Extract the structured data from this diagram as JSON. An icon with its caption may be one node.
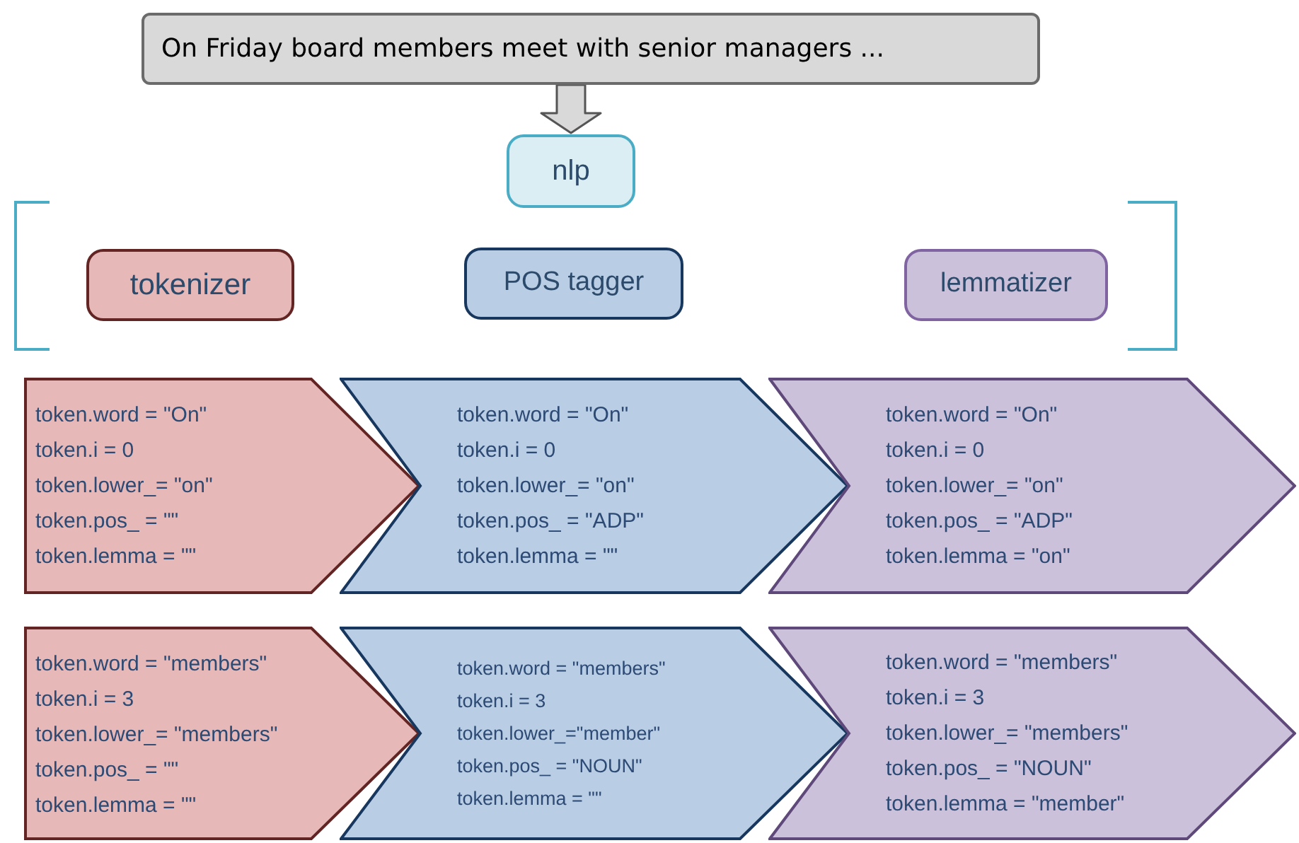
{
  "diagram": {
    "nodes": [
      {
        "text": [
          "On Friday board members meet with senior managers ..."
        ]
      },
      {
        "text": [
          "nlp"
        ]
      },
      {
        "text": [
          "tokenizer"
        ]
      },
      {
        "text": [
          "POS tagger"
        ]
      },
      {
        "text": [
          "lemmatizer"
        ]
      },
      {
        "text": [
          "token.word = \"On\"",
          "token.i = 0",
          "token.lower_= \"on\"",
          "token.pos_ = \"\"",
          "token.lemma = \"\""
        ]
      },
      {
        "text": [
          "token.word = \"On\"",
          "token.i = 0",
          "token.lower_= \"on\"",
          "token.pos_ = \"ADP\"",
          "token.lemma = \"\""
        ]
      },
      {
        "text": [
          "token.word = \"On\"",
          "token.i = 0",
          "token.lower_= \"on\"",
          "token.pos_ = \"ADP\"",
          "token.lemma = \"on\""
        ]
      },
      {
        "text": [
          "token.word = \"members\"",
          "token.i = 3",
          "token.lower_= \"members\"",
          "token.pos_ = \"\"",
          "token.lemma = \"\""
        ]
      },
      {
        "text": [
          "token.word = \"members\"",
          "token.i = 3",
          "token.lower_=\"member\"",
          "token.pos_ = \"NOUN\"",
          "token.lemma = \"\""
        ]
      },
      {
        "text": [
          "token.word = \"members\"",
          "token.i = 3",
          "token.lower_= \"members\"",
          "token.pos_ = \"NOUN\"",
          "token.lemma = \"member\""
        ]
      }
    ],
    "edges": [
      {
        "from": 0,
        "to": 1,
        "arrow": "to"
      }
    ]
  }
}
